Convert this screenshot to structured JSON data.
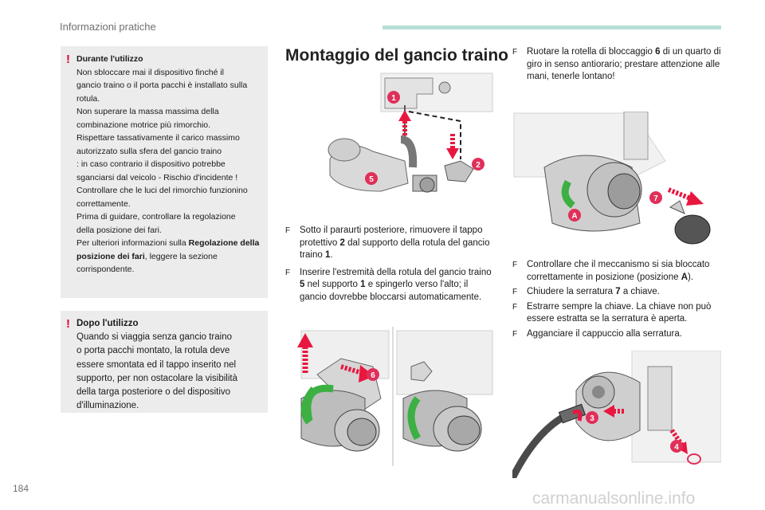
{
  "header": {
    "title": "Informazioni pratiche"
  },
  "page_number": "184",
  "watermark": "carmanualsonline.info",
  "warning_mark": "!",
  "step_mark": "F",
  "warning_boxes": [
    {
      "title": "Durante l'utilizzo",
      "paragraphs": [
        "Non sbloccare mai il dispositivo finché il\ngancio traino o il porta pacchi è installato sulla\nrotula.",
        "Non superare la massa massima della\ncombinazione motrice più rimorchio.",
        "Rispettare tassativamente il carico massimo\nautorizzato sulla sfera del gancio traino\n: in caso contrario il dispositivo potrebbe\nsganciarsi dal veicolo - Rischio d'incidente !",
        "Controllare che le luci del rimorchio funzionino\ncorrettamente.",
        "Prima di guidare, controllare la regolazione\ndella posizione dei fari."
      ],
      "last_prefix": "Per ulteriori informazioni sulla ",
      "last_bold": "Regolazione della posizione dei fari",
      "last_suffix": ", leggere la sezione corrispondente."
    },
    {
      "title": "Dopo l'utilizzo",
      "paragraphs": [
        "Quando si viaggia senza gancio traino\no porta pacchi montato, la rotula deve\nessere smontata ed il tappo inserito nel\nsupporto, per non ostacolare la visibilità\ndella targa posteriore o del dispositivo\nd'illuminazione."
      ]
    }
  ],
  "section_title": "Montaggio del gancio traino",
  "steps_mid": [
    {
      "t1": "Sotto il paraurti posteriore, rimuovere il tappo protettivo ",
      "b1": "2",
      "t2": " dal supporto della rotula del gancio traino ",
      "b2": "1",
      "t3": "."
    },
    {
      "t1": "Inserire l'estremità della rotula del gancio traino ",
      "b1": "5",
      "t2": " nel supporto ",
      "b2": "1",
      "t3": " e spingerlo verso l'alto; il gancio dovrebbe bloccarsi automaticamente."
    }
  ],
  "steps_right_top": [
    {
      "t1": "Ruotare la rotella di bloccaggio ",
      "b1": "6",
      "t2": " di un quarto di giro in senso antiorario; prestare attenzione alle mani, tenerle lontano!",
      "b2": "",
      "t3": ""
    }
  ],
  "steps_right_mid": [
    {
      "t1": "Controllare che il meccanismo si sia bloccato correttamente in posizione (posizione ",
      "b1": "A",
      "t2": ").",
      "b2": "",
      "t3": ""
    },
    {
      "t1": "Chiudere la serratura ",
      "b1": "7",
      "t2": " a chiave.",
      "b2": "",
      "t3": ""
    },
    {
      "t1": "Estrarre sempre la chiave. La chiave non può essere estratta se la serratura è aperta.",
      "b1": "",
      "t2": "",
      "b2": "",
      "t3": ""
    },
    {
      "t1": "Agganciare il cappuccio alla serratura.",
      "b1": "",
      "t2": "",
      "b2": "",
      "t3": ""
    }
  ],
  "callouts": {
    "c1": "1",
    "c2": "2",
    "c3": "3",
    "c4": "4",
    "c5": "5",
    "c6": "6",
    "c7": "7",
    "cA": "A"
  },
  "colors": {
    "callout": "#e0305a",
    "arrow": "#e8173f",
    "green_arrow": "#3cb043",
    "header_bar": "#b7dfd6",
    "box_bg": "#ececec"
  }
}
